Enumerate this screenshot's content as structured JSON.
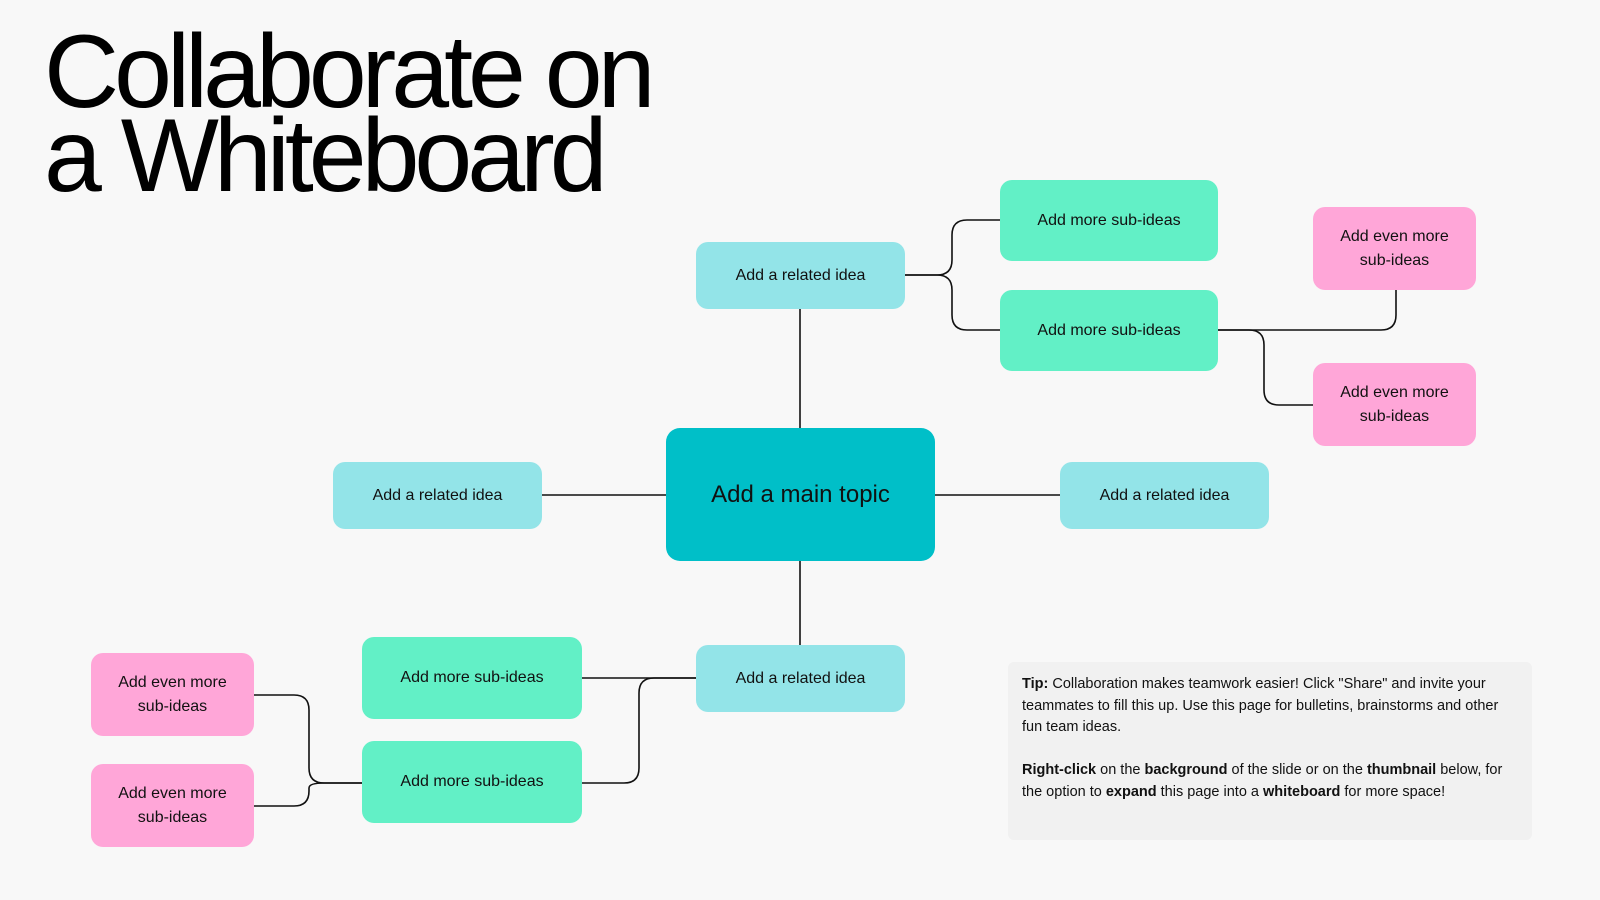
{
  "title": {
    "line1": "Collaborate on",
    "line2": "a Whiteboard"
  },
  "main_topic": "Add a main topic",
  "related": {
    "top": "Add a related idea",
    "left": "Add a related idea",
    "right": "Add a related idea",
    "bottom": "Add a related idea"
  },
  "sub_ideas": {
    "top_upper": "Add more sub-ideas",
    "top_lower": "Add more sub-ideas",
    "bottom_upper": "Add more sub-ideas",
    "bottom_lower": "Add more sub-ideas"
  },
  "even_more": {
    "right_upper": {
      "line1": "Add even more",
      "line2": "sub-ideas"
    },
    "right_lower": {
      "line1": "Add even more",
      "line2": "sub-ideas"
    },
    "left_upper": {
      "line1": "Add even more",
      "line2": "sub-ideas"
    },
    "left_lower": {
      "line1": "Add even more",
      "line2": "sub-ideas"
    }
  },
  "tip": {
    "label": "Tip:",
    "text1": " Collaboration makes teamwork easier! Click \"Share\" and invite your teammates to fill this up. Use this page for bulletins, brainstorms and other fun team ideas.",
    "right_click": "Right-click",
    "t2": " on the ",
    "background": "background",
    "t3": " of the slide or on the ",
    "thumbnail": "thumbnail",
    "t4": " below, for the option to ",
    "expand": "expand",
    "t5": " this page into a ",
    "whiteboard": "whiteboard",
    "t6": " for more space!"
  },
  "colors": {
    "main": "#00bfc8",
    "related": "#93e4e8",
    "sub": "#62f0c6",
    "even": "#ffa6d8",
    "line": "#111111",
    "background": "#f8f8f8"
  }
}
